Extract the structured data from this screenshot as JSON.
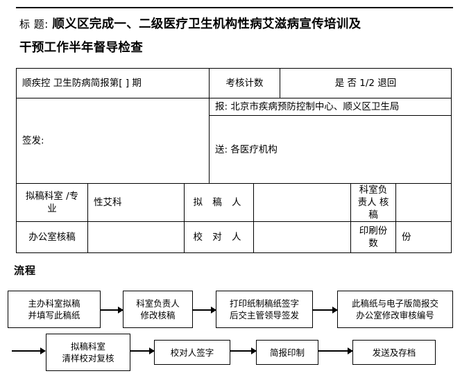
{
  "document": {
    "title_label": "标  题:",
    "title_lines": [
      "顺义区完成一、二级医疗卫生机构性病艾滋病宣传培训及",
      "干预工作半年督导检查"
    ]
  },
  "form": {
    "row1": {
      "bulletin_no": "顺疾控  卫生防病简报第[    ]   期",
      "assessment_label": "考核计数",
      "assessment_options": "是    否    1/2    退回"
    },
    "row2": {
      "issuer_label": "签发:",
      "report_to": "报:  北京市疾病预防控制中心、顺义区卫生局",
      "send_to": "送:  各医疗机构"
    },
    "row3": {
      "drafting_dept_label": "拟稿科室\n/专业",
      "drafting_dept_line1": "拟稿科室",
      "drafting_dept_line2": "/专业",
      "drafting_dept_value": "性艾科",
      "drafter_label": "拟  稿  人",
      "drafter_value": "",
      "dept_head_line1": "科室负责人",
      "dept_head_line2": "核稿",
      "dept_head_value": ""
    },
    "row4": {
      "office_review_label": "办公室核稿",
      "office_review_value": "",
      "proofreader_label": "校  对  人",
      "proofreader_value": "",
      "print_count_label": "印刷份数",
      "print_count_unit": "份"
    }
  },
  "flow": {
    "heading": "流程",
    "steps": [
      {
        "line1": "主办科室拟稿",
        "line2": "并填写此稿纸"
      },
      {
        "line1": "科室负责人",
        "line2": "修改核稿"
      },
      {
        "line1": "打印纸制稿纸签字",
        "line2": "后交主管领导签发"
      },
      {
        "line1": "此稿纸与电子版简报交",
        "line2": "办公室修改审核编号"
      },
      {
        "line1": "拟稿科室",
        "line2": "清样校对复核"
      },
      {
        "line1": "校对人签字",
        "line2": ""
      },
      {
        "line1": "简报印制",
        "line2": ""
      },
      {
        "line1": "发送及存档",
        "line2": ""
      }
    ]
  }
}
